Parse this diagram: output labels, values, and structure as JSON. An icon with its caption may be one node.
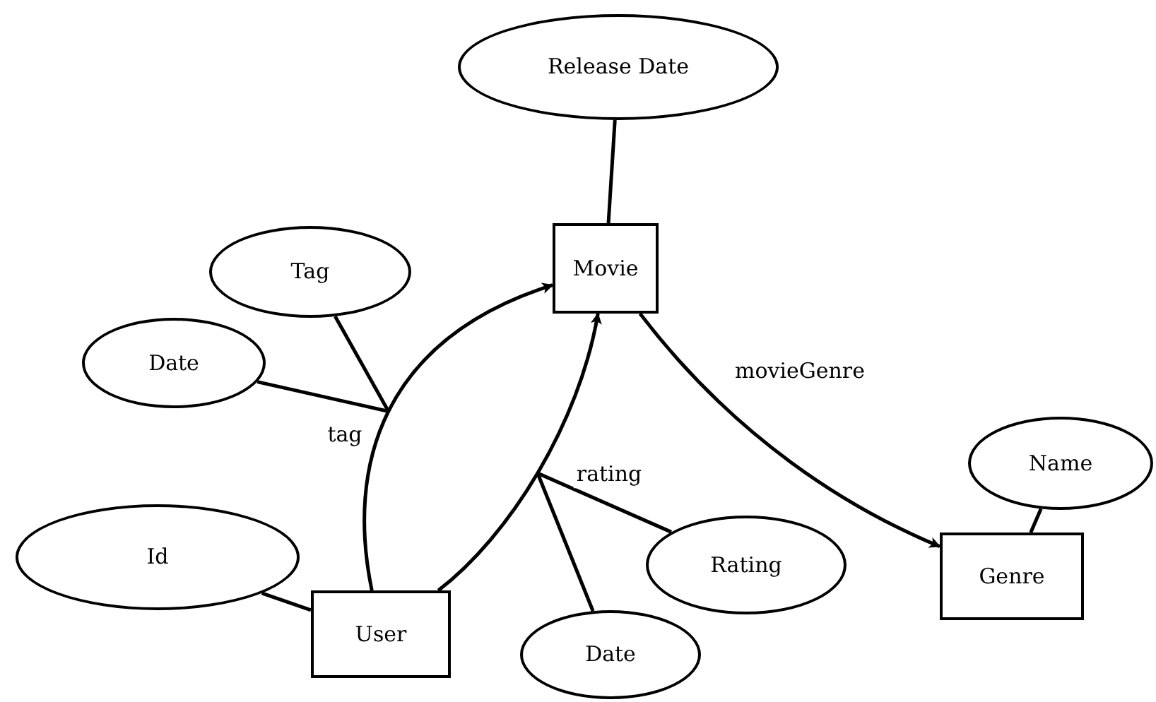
{
  "diagram": {
    "nodes": [
      {
        "text": [
          "Release Date"
        ]
      },
      {
        "text": [
          "Movie"
        ]
      },
      {
        "text": [
          "Tag"
        ]
      },
      {
        "text": [
          "Date"
        ]
      },
      {
        "text": [
          "Id"
        ]
      },
      {
        "text": [
          "User"
        ]
      },
      {
        "text": [
          "Rating"
        ]
      },
      {
        "text": [
          "Date"
        ]
      },
      {
        "text": [
          "Name"
        ]
      },
      {
        "text": [
          "Genre"
        ]
      }
    ],
    "edges": [
      {
        "from": 0,
        "to": 1,
        "arrow": "none"
      },
      {
        "from": 5,
        "to": 1,
        "arrow": "to",
        "label": "tag"
      },
      {
        "from": 5,
        "to": 1,
        "arrow": "to",
        "label": "rating"
      },
      {
        "from": 1,
        "to": 9,
        "arrow": "to",
        "label": "movieGenre"
      },
      {
        "from": 2,
        "to": null,
        "arrow": "none"
      },
      {
        "from": 3,
        "to": null,
        "arrow": "none"
      },
      {
        "from": 6,
        "to": null,
        "arrow": "none"
      },
      {
        "from": 7,
        "to": null,
        "arrow": "none"
      },
      {
        "from": 4,
        "to": 5,
        "arrow": "none"
      },
      {
        "from": 8,
        "to": 9,
        "arrow": "none"
      }
    ]
  }
}
